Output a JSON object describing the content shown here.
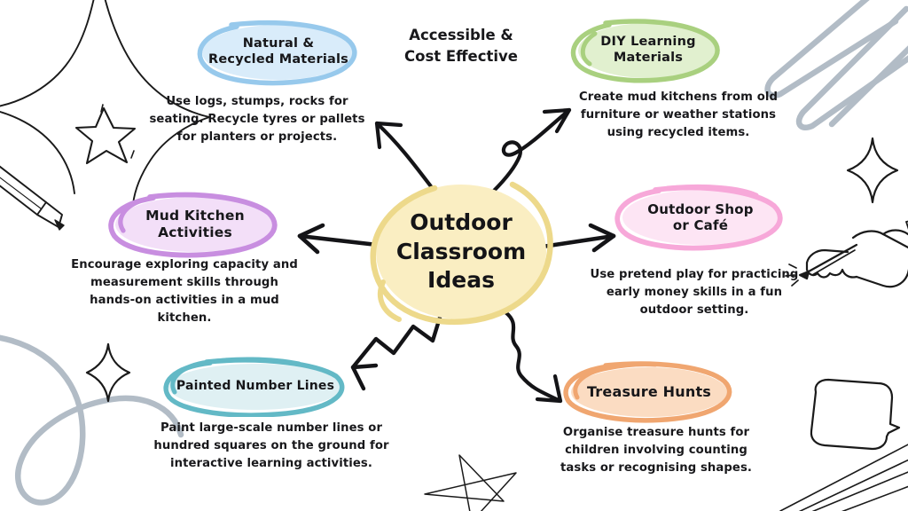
{
  "title": "Outdoor Classroom Ideas",
  "center": {
    "label": "Outdoor\nClassroom\nIdeas",
    "line1": "Outdoor",
    "line2": "Classroom",
    "line3": "Ideas",
    "fill": "#faeec2",
    "stroke": "#edd98b"
  },
  "tagline": {
    "line1": "Accessible &",
    "line2": "Cost Effective"
  },
  "branches": [
    {
      "id": "natural-recycled-materials",
      "title_line1": "Natural &",
      "title_line2": "Recycled Materials",
      "description": "Use logs, stumps, rocks for seating. Recycle tyres or pallets for planters or projects.",
      "fill": "#d9ecfa",
      "stroke": "#97c9ec",
      "position": "top-left",
      "connector": "curved-arrow-up-left"
    },
    {
      "id": "diy-learning-materials",
      "title_line1": "DIY Learning",
      "title_line2": "Materials",
      "description": "Create mud kitchens from old furniture or weather stations using recycled items.",
      "fill": "#e1f0cf",
      "stroke": "#a9d07f",
      "position": "top-right",
      "connector": "looped-arrow-up-right"
    },
    {
      "id": "mud-kitchen-activities",
      "title_line1": "Mud Kitchen",
      "title_line2": "Activities",
      "description": "Encourage exploring capacity and measurement skills through hands-on activities in a mud kitchen.",
      "fill": "#f3dff8",
      "stroke": "#c88ee0",
      "position": "middle-left",
      "connector": "straight-arrow-left"
    },
    {
      "id": "outdoor-shop-or-cafe",
      "title_line1": "Outdoor Shop",
      "title_line2": "or Café",
      "description": "Use pretend play for practicing early money skills in a fun outdoor setting.",
      "fill": "#fde5f4",
      "stroke": "#f7a8d9",
      "position": "middle-right",
      "connector": "straight-arrow-right"
    },
    {
      "id": "painted-number-lines",
      "title_line1": "Painted Number Lines",
      "title_line2": "",
      "description": "Paint large-scale number lines or hundred squares on the ground for interactive learning activities.",
      "fill": "#dff0f3",
      "stroke": "#63b9c6",
      "position": "bottom-left",
      "connector": "zigzag-arrow-down-left"
    },
    {
      "id": "treasure-hunts",
      "title_line1": "Treasure Hunts",
      "title_line2": "",
      "description": "Organise treasure hunts for children involving counting tasks or recognising shapes.",
      "fill": "#fbdcc2",
      "stroke": "#f0a670",
      "position": "bottom-right",
      "connector": "wavy-arrow-down-right"
    }
  ],
  "decorations": [
    {
      "name": "star-outline-large",
      "position": "top-left"
    },
    {
      "name": "star-outline-small",
      "position": "left-upper"
    },
    {
      "name": "pencil",
      "position": "left-edge"
    },
    {
      "name": "scribble-zigzag-gray",
      "position": "top-right"
    },
    {
      "name": "sparkle-diamond",
      "position": "right-upper"
    },
    {
      "name": "hand-holding-pen",
      "position": "right-middle"
    },
    {
      "name": "curve-loop-gray",
      "position": "bottom-left"
    },
    {
      "name": "sparkle-diamond",
      "position": "left-lower"
    },
    {
      "name": "star-outline-thin",
      "position": "bottom-center"
    },
    {
      "name": "speech-bubble",
      "position": "bottom-right"
    },
    {
      "name": "diagonal-lines",
      "position": "bottom-right-corner"
    }
  ],
  "colors": {
    "background": "#ffffff",
    "text": "#18181b",
    "gray_decor": "#b2bcc6",
    "black_decor": "#1a1a1a"
  }
}
